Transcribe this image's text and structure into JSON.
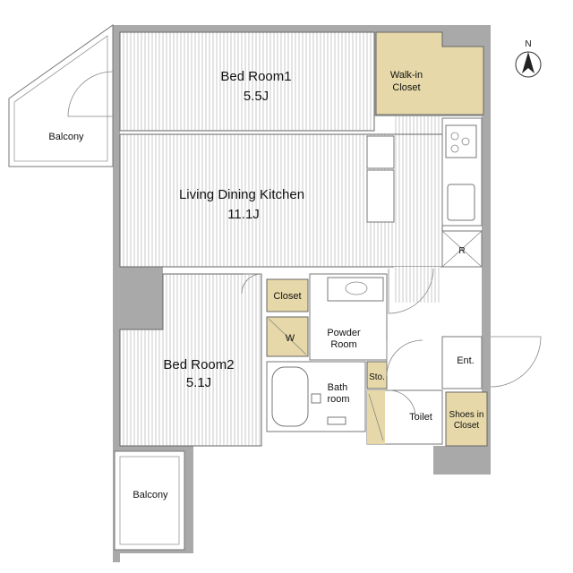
{
  "rooms": {
    "bedroom1_name": "Bed Room1",
    "bedroom1_size": "5.5J",
    "walkin_closet_line1": "Walk-in",
    "walkin_closet_line2": "Closet",
    "balcony_top": "Balcony",
    "ldk_name": "Living Dining Kitchen",
    "ldk_size": "11.1J",
    "refrigerator": "R",
    "closet": "Closet",
    "washer": "W",
    "powder_room_line1": "Powder",
    "powder_room_line2": "Room",
    "bedroom2_name": "Bed Room2",
    "bedroom2_size": "5.1J",
    "bathroom_line1": "Bath",
    "bathroom_line2": "room",
    "storage": "Sto.",
    "toilet": "Toilet",
    "entrance": "Ent.",
    "shoes_closet_line1": "Shoes in",
    "shoes_closet_line2": "Closet",
    "balcony_bottom": "Balcony"
  },
  "compass": {
    "label": "N"
  },
  "colors": {
    "wall": "#a9a9a9",
    "closet": "#e6d8a8",
    "floor_stripe": "#c8c8c8"
  }
}
